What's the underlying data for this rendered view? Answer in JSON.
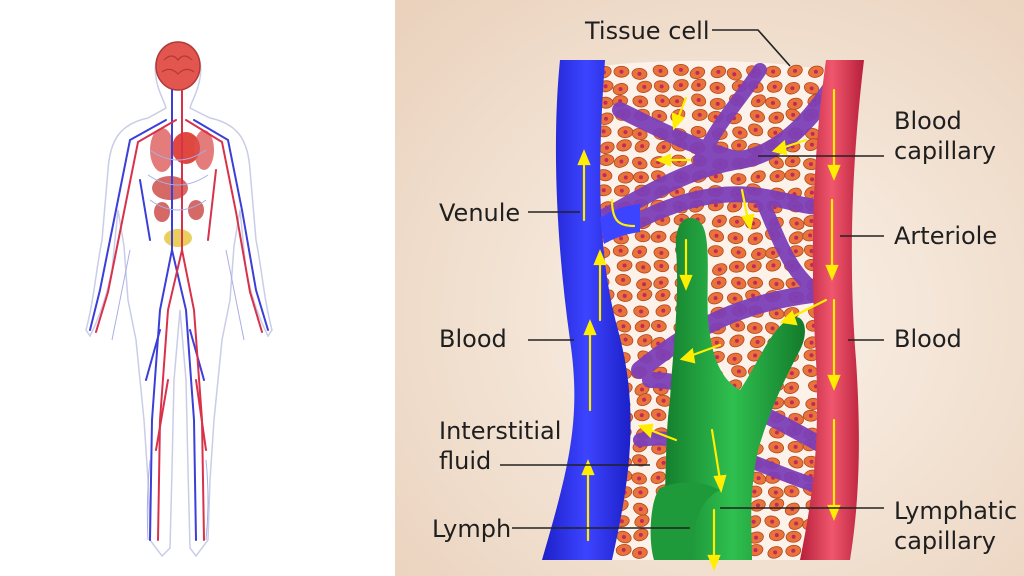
{
  "labels": {
    "tissue_cell": "Tissue cell",
    "blood_capillary": "Blood capillary",
    "venule": "Venule",
    "arteriole": "Arteriole",
    "blood_left": "Blood",
    "blood_right": "Blood",
    "interstitial_fluid": "Interstitial fluid",
    "lymph": "Lymph",
    "lymphatic_capillary": "Lymphatic capillary"
  },
  "colors": {
    "background_panel": "#f3e3d3",
    "vein": "#2a2fe0",
    "capillary": "#7d3fb8",
    "artery": "#d8324a",
    "lymphatic": "#1f9a3a",
    "tissue_cell": "#e8743b",
    "cell_nucleus": "#c02a5a",
    "flow_arrow": "#ffee00",
    "leader_line": "#222222"
  }
}
